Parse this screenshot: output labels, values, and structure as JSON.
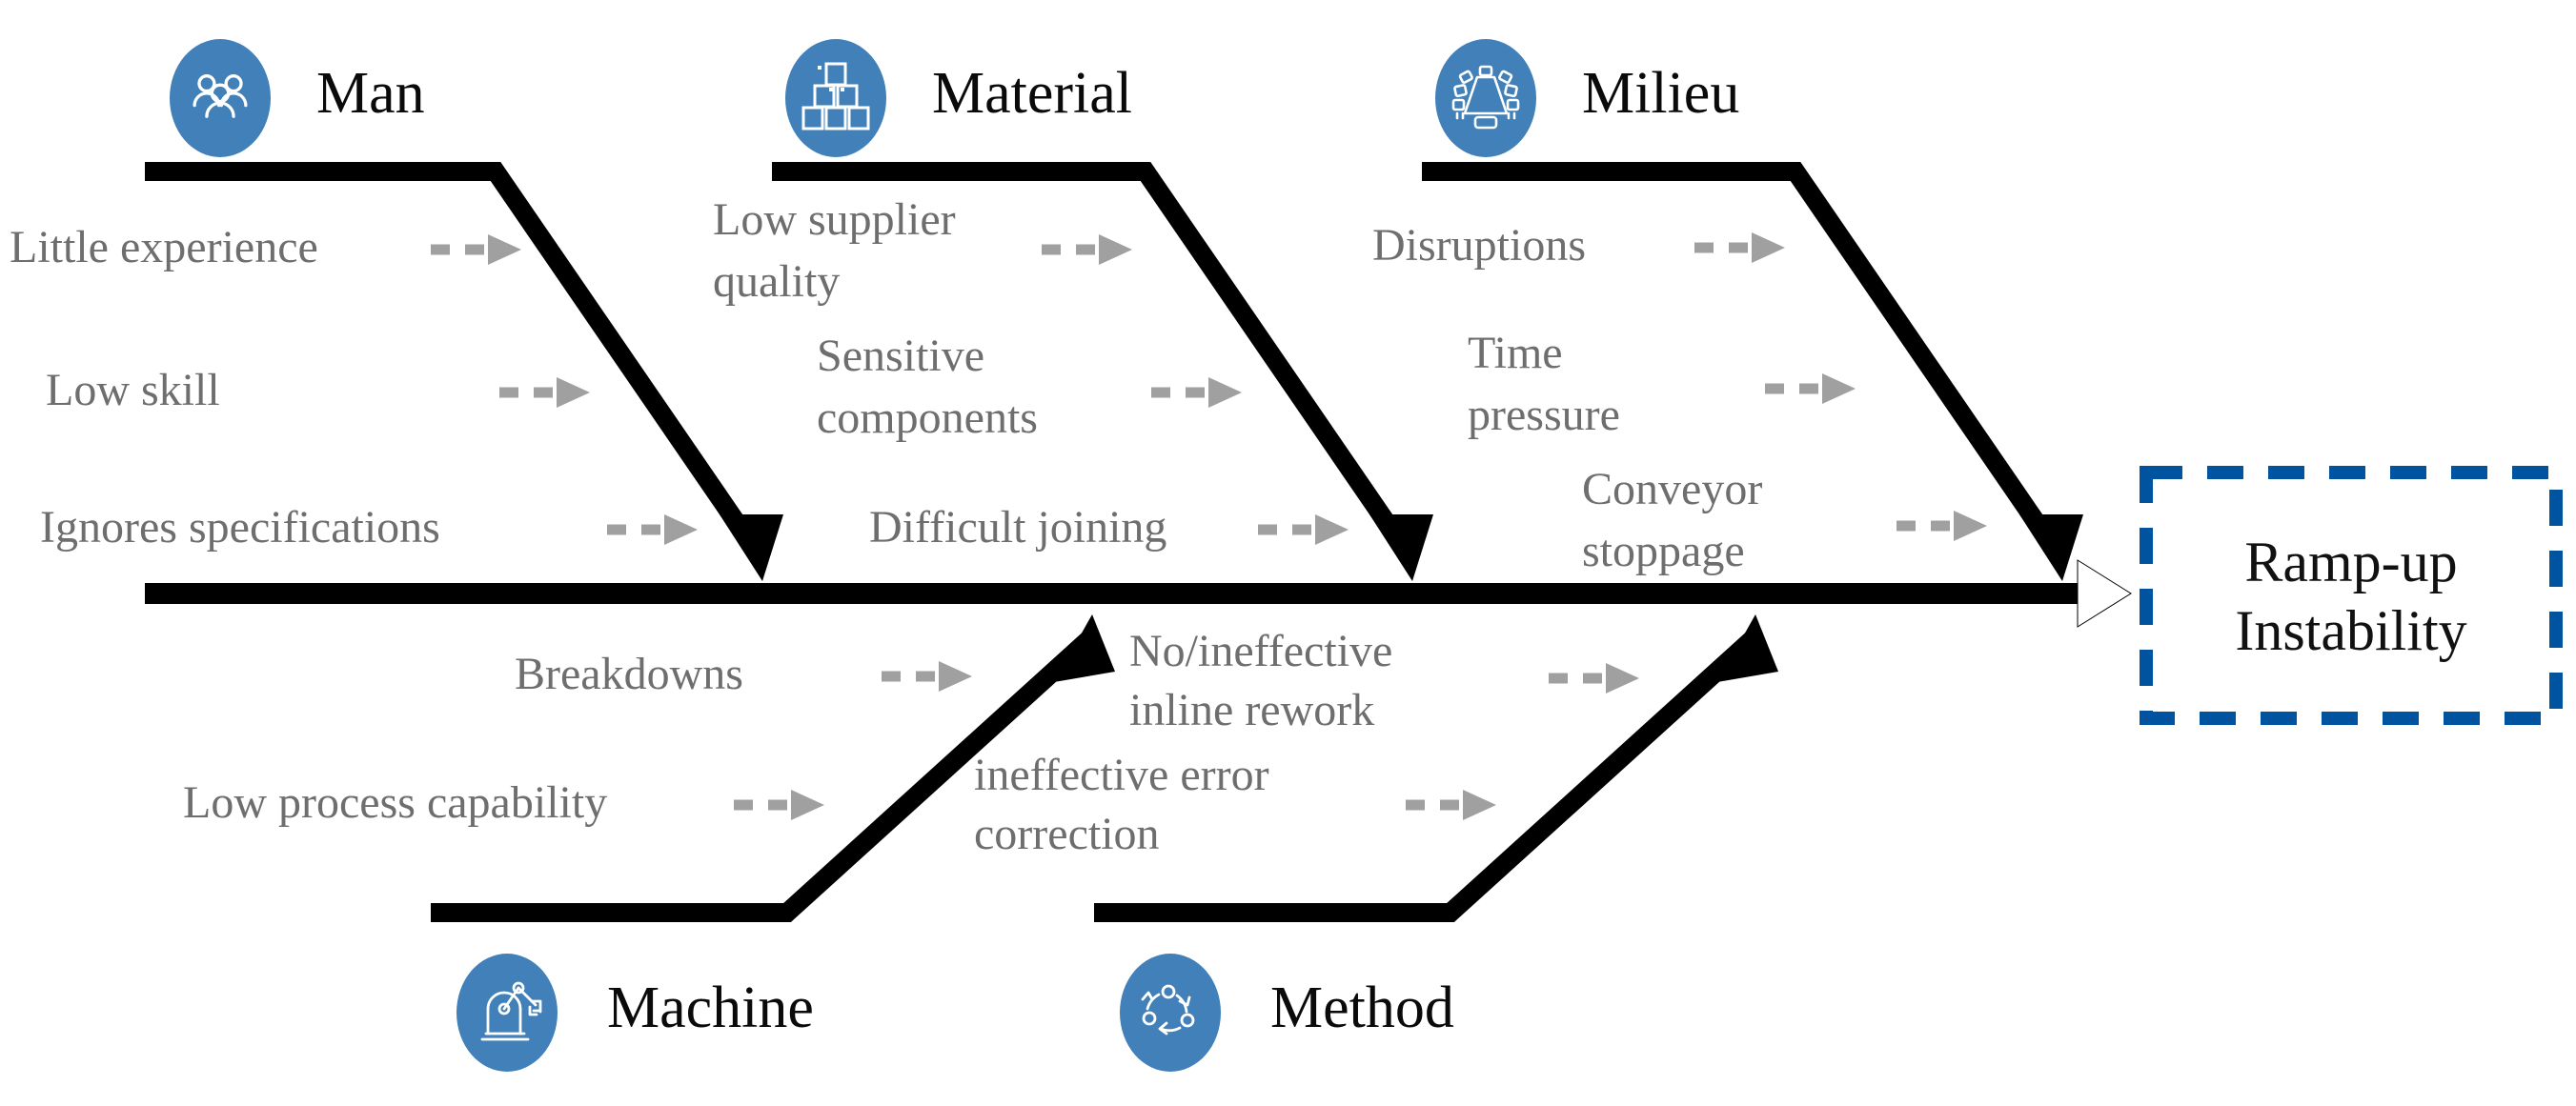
{
  "diagram": {
    "type": "fishbone-ishikawa",
    "title": "",
    "effect": {
      "label_line1": "Ramp-up",
      "label_line2": "Instability",
      "border_color": "#00549f",
      "border_style": "dashed"
    },
    "colors": {
      "icon_circle": "#4180b8",
      "spine": "#000000",
      "cause_text": "#6e6e6e",
      "category_text": "#0a0a0a",
      "sub_arrow": "#a0a0a0",
      "effect_border": "#00549f"
    },
    "categories": [
      {
        "id": "man",
        "label": "Man",
        "icon": "people-group-icon",
        "position": "top",
        "causes": [
          {
            "lines": [
              "Little experience"
            ]
          },
          {
            "lines": [
              "Low skill"
            ]
          },
          {
            "lines": [
              "Ignores specifications"
            ]
          }
        ]
      },
      {
        "id": "material",
        "label": "Material",
        "icon": "stacked-boxes-icon",
        "position": "top",
        "causes": [
          {
            "lines": [
              "Low supplier",
              "quality"
            ]
          },
          {
            "lines": [
              "Sensitive",
              "components"
            ]
          },
          {
            "lines": [
              "Difficult joining"
            ]
          }
        ]
      },
      {
        "id": "milieu",
        "label": "Milieu",
        "icon": "meeting-table-icon",
        "position": "top",
        "causes": [
          {
            "lines": [
              "Disruptions"
            ]
          },
          {
            "lines": [
              "Time",
              "pressure"
            ]
          },
          {
            "lines": [
              "Conveyor",
              "stoppage"
            ]
          }
        ]
      },
      {
        "id": "machine",
        "label": "Machine",
        "icon": "robot-arm-icon",
        "position": "bottom",
        "causes": [
          {
            "lines": [
              "Breakdowns"
            ]
          },
          {
            "lines": [
              "Low process capability"
            ]
          }
        ]
      },
      {
        "id": "method",
        "label": "Method",
        "icon": "cycle-arrows-icon",
        "position": "bottom",
        "causes": [
          {
            "lines": [
              "No/ineffective",
              "inline rework"
            ]
          },
          {
            "lines": [
              "ineffective error",
              "correction"
            ]
          }
        ]
      }
    ]
  },
  "labels": {
    "man": "Man",
    "material": "Material",
    "milieu": "Milieu",
    "machine": "Machine",
    "method": "Method",
    "little_experience": "Little experience",
    "low_skill": "Low skill",
    "ignores_specifications": "Ignores specifications",
    "low_supplier": "Low supplier",
    "quality": "quality",
    "sensitive": "Sensitive",
    "components": "components",
    "difficult_joining": "Difficult joining",
    "disruptions": "Disruptions",
    "time": "Time",
    "pressure": "pressure",
    "conveyor": "Conveyor",
    "stoppage": "stoppage",
    "breakdowns": "Breakdowns",
    "low_process_capability": "Low process capability",
    "no_ineffective": "No/ineffective",
    "inline_rework": "inline rework",
    "ineffective_error": "ineffective error",
    "correction": "correction",
    "effect_line1": "Ramp-up",
    "effect_line2": "Instability"
  }
}
